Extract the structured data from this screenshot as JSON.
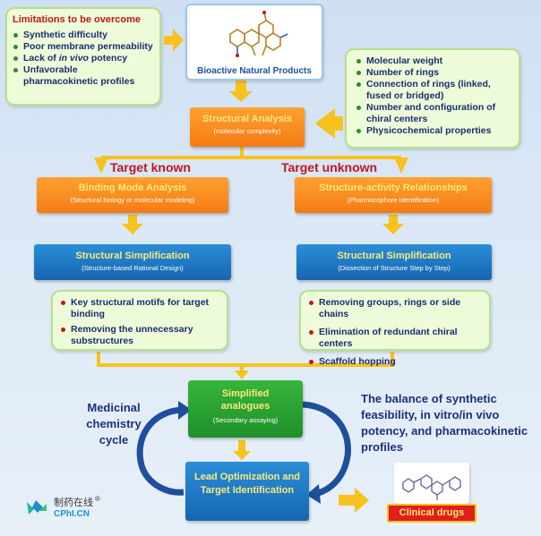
{
  "limitations": {
    "title": "Limitations to be overcome",
    "items": [
      {
        "pre": "Synthetic difficulty",
        "ital": "",
        "post": ""
      },
      {
        "pre": "Poor membrane permeability",
        "ital": "",
        "post": ""
      },
      {
        "pre": "Lack of ",
        "ital": "in vivo",
        "post": " potency"
      },
      {
        "pre": "Unfavorable pharmacokinetic profiles",
        "ital": "",
        "post": ""
      }
    ]
  },
  "natural_products": {
    "label": "Bioactive Natural Products"
  },
  "properties": {
    "items": [
      "Molecular weight",
      "Number of rings",
      "Connection of rings (linked, fused or bridged)",
      "Number and configuration of chiral centers",
      "Physicochemical properties"
    ]
  },
  "structural_analysis": {
    "title": "Structural Analysis",
    "sub": "(molecular complexity)"
  },
  "target_known": "Target known",
  "target_unknown": "Target unknown",
  "binding_mode": {
    "title": "Binding Mode Analysis",
    "sub": "(Structural biology or molecular modeling)"
  },
  "sar": {
    "title": "Structure-activity Relationships",
    "sub": "(Pharmacophore Identification)"
  },
  "simplification_left": {
    "title": "Structural Simplification",
    "sub": "(Structure-based Rational Design)"
  },
  "simplification_right": {
    "title": "Structural Simplification",
    "sub": "(Dissection of Structure Step by Step)"
  },
  "left_points": [
    "Key structural motifs for target binding",
    "Removing the unnecessary substructures"
  ],
  "right_points": [
    "Removing groups, rings or side chains",
    "Elimination of redundant chiral centers",
    "Scaffold hopping"
  ],
  "simplified_analogues": {
    "title": "Simplified analogues",
    "sub": "(Secondary assaying)"
  },
  "lead_optimization": {
    "title": "Lead Optimization and Target Identification"
  },
  "medicinal_cycle": "Medicinal chemistry cycle",
  "balance_text": "The balance of synthetic feasibility, in vitro/in vivo potency, and pharmacokinetic profiles",
  "clinical_drugs": "Clinical drugs",
  "watermark": {
    "cn": "制药在线",
    "reg": "®",
    "en": "CPhI.CN"
  },
  "colors": {
    "orange": "#f57b14",
    "blue": "#1666b0",
    "green_text": "#2a9a1e",
    "red_text": "#c0171c",
    "navy_text": "#1d2f7c",
    "arrow": "#f7c21e"
  }
}
